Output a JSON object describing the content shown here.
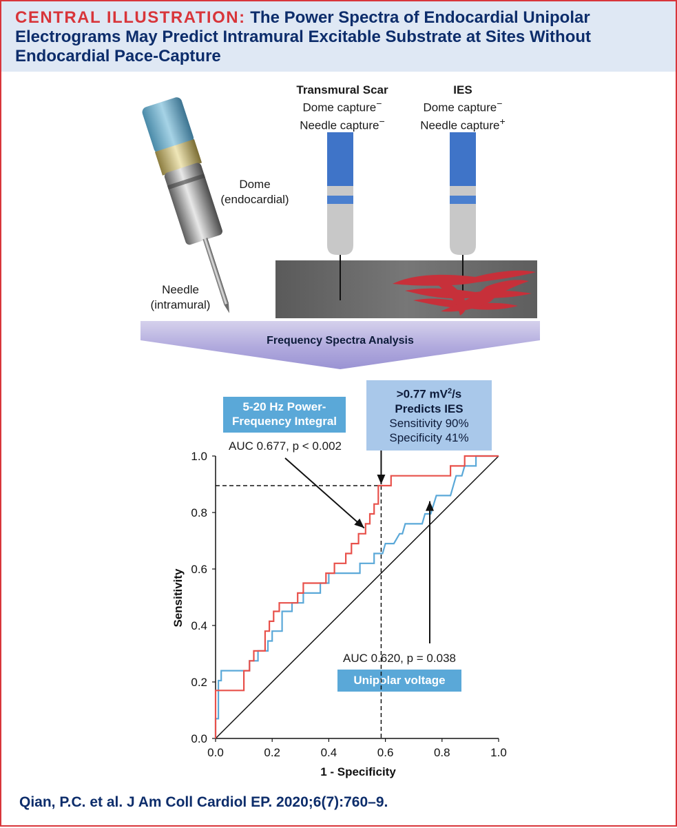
{
  "header": {
    "prefix": "CENTRAL ILLUSTRATION:",
    "title": "The Power Spectra of Endocardial Unipolar Electrograms May Predict Intramural Excitable Substrate at Sites Without Endocardial Pace-Capture"
  },
  "catheter_photo": {
    "dome_label_1": "Dome",
    "dome_label_2": "(endocardial)",
    "needle_label_1": "Needle",
    "needle_label_2": "(intramural)"
  },
  "schematic": {
    "left": {
      "title": "Transmural Scar",
      "line1": "Dome capture",
      "sup1": "−",
      "line2": "Needle capture",
      "sup2": "−"
    },
    "right": {
      "title": "IES",
      "line1": "Dome capture",
      "sup1": "−",
      "line2": "Needle capture",
      "sup2": "+"
    }
  },
  "banner": {
    "label": "Frequency Spectra Analysis"
  },
  "callouts": {
    "power_box_line1": "5-20 Hz Power-",
    "power_box_line2": "Frequency Integral",
    "power_auc": "AUC 0.677, p < 0.002",
    "threshold_line1_pre": ">0.77 mV",
    "threshold_line1_sup": "2",
    "threshold_line1_post": "/s",
    "threshold_line2": "Predicts IES",
    "threshold_line3": "Sensitivity 90%",
    "threshold_line4": "Specificity 41%",
    "voltage_auc": "AUC 0.620, p = 0.038",
    "voltage_box": "Unipolar voltage"
  },
  "citation": "Qian, P.C. et al. J Am Coll Cardiol EP. 2020;6(7):760–9.",
  "colors": {
    "red_series": "#e8504a",
    "blue_series": "#5aa8d8",
    "header_bg": "#dfe8f4",
    "frame": "#d8353a",
    "title_blue": "#0d2d6b"
  },
  "chart_data": {
    "type": "line",
    "title": "",
    "xlabel": "1 - Specificity",
    "ylabel": "Sensitivity",
    "xlim": [
      0,
      1
    ],
    "ylim": [
      0,
      1
    ],
    "x_ticks": [
      "0.0",
      "0.2",
      "0.4",
      "0.6",
      "0.8",
      "1.0"
    ],
    "y_ticks": [
      "0.0",
      "0.2",
      "0.4",
      "0.6",
      "0.8",
      "1.0"
    ],
    "grid": false,
    "reference_line": [
      [
        0,
        0
      ],
      [
        1,
        1
      ]
    ],
    "cutoff_point": {
      "x": 0.585,
      "y": 0.895
    },
    "series": [
      {
        "color": "#e8504a",
        "points": [
          [
            0,
            0
          ],
          [
            0,
            0.17
          ],
          [
            0.1,
            0.17
          ],
          [
            0.1,
            0.24
          ],
          [
            0.12,
            0.24
          ],
          [
            0.12,
            0.275
          ],
          [
            0.135,
            0.275
          ],
          [
            0.135,
            0.31
          ],
          [
            0.175,
            0.31
          ],
          [
            0.175,
            0.38
          ],
          [
            0.19,
            0.38
          ],
          [
            0.19,
            0.415
          ],
          [
            0.205,
            0.415
          ],
          [
            0.205,
            0.45
          ],
          [
            0.225,
            0.45
          ],
          [
            0.225,
            0.48
          ],
          [
            0.29,
            0.48
          ],
          [
            0.29,
            0.515
          ],
          [
            0.31,
            0.515
          ],
          [
            0.31,
            0.55
          ],
          [
            0.39,
            0.55
          ],
          [
            0.39,
            0.585
          ],
          [
            0.42,
            0.585
          ],
          [
            0.42,
            0.62
          ],
          [
            0.46,
            0.62
          ],
          [
            0.46,
            0.655
          ],
          [
            0.48,
            0.655
          ],
          [
            0.48,
            0.69
          ],
          [
            0.505,
            0.69
          ],
          [
            0.505,
            0.725
          ],
          [
            0.53,
            0.725
          ],
          [
            0.53,
            0.76
          ],
          [
            0.545,
            0.76
          ],
          [
            0.545,
            0.795
          ],
          [
            0.56,
            0.795
          ],
          [
            0.56,
            0.83
          ],
          [
            0.575,
            0.83
          ],
          [
            0.575,
            0.895
          ],
          [
            0.62,
            0.895
          ],
          [
            0.62,
            0.93
          ],
          [
            0.83,
            0.93
          ],
          [
            0.83,
            0.965
          ],
          [
            0.88,
            0.965
          ],
          [
            0.88,
            1.0
          ],
          [
            1.0,
            1.0
          ]
        ]
      },
      {
        "color": "#5aa8d8",
        "points": [
          [
            0,
            0
          ],
          [
            0,
            0.07
          ],
          [
            0.01,
            0.07
          ],
          [
            0.01,
            0.205
          ],
          [
            0.02,
            0.205
          ],
          [
            0.02,
            0.24
          ],
          [
            0.12,
            0.24
          ],
          [
            0.12,
            0.275
          ],
          [
            0.15,
            0.275
          ],
          [
            0.15,
            0.31
          ],
          [
            0.185,
            0.31
          ],
          [
            0.185,
            0.345
          ],
          [
            0.2,
            0.345
          ],
          [
            0.2,
            0.38
          ],
          [
            0.235,
            0.38
          ],
          [
            0.235,
            0.45
          ],
          [
            0.27,
            0.45
          ],
          [
            0.27,
            0.48
          ],
          [
            0.31,
            0.48
          ],
          [
            0.31,
            0.515
          ],
          [
            0.37,
            0.515
          ],
          [
            0.37,
            0.55
          ],
          [
            0.4,
            0.55
          ],
          [
            0.4,
            0.585
          ],
          [
            0.51,
            0.585
          ],
          [
            0.51,
            0.62
          ],
          [
            0.56,
            0.62
          ],
          [
            0.56,
            0.655
          ],
          [
            0.59,
            0.655
          ],
          [
            0.6,
            0.69
          ],
          [
            0.63,
            0.69
          ],
          [
            0.65,
            0.725
          ],
          [
            0.66,
            0.725
          ],
          [
            0.67,
            0.76
          ],
          [
            0.73,
            0.76
          ],
          [
            0.74,
            0.795
          ],
          [
            0.76,
            0.795
          ],
          [
            0.78,
            0.86
          ],
          [
            0.83,
            0.86
          ],
          [
            0.85,
            0.93
          ],
          [
            0.87,
            0.93
          ],
          [
            0.88,
            0.965
          ],
          [
            0.92,
            0.965
          ],
          [
            0.92,
            1.0
          ],
          [
            1.0,
            1.0
          ]
        ]
      }
    ]
  }
}
